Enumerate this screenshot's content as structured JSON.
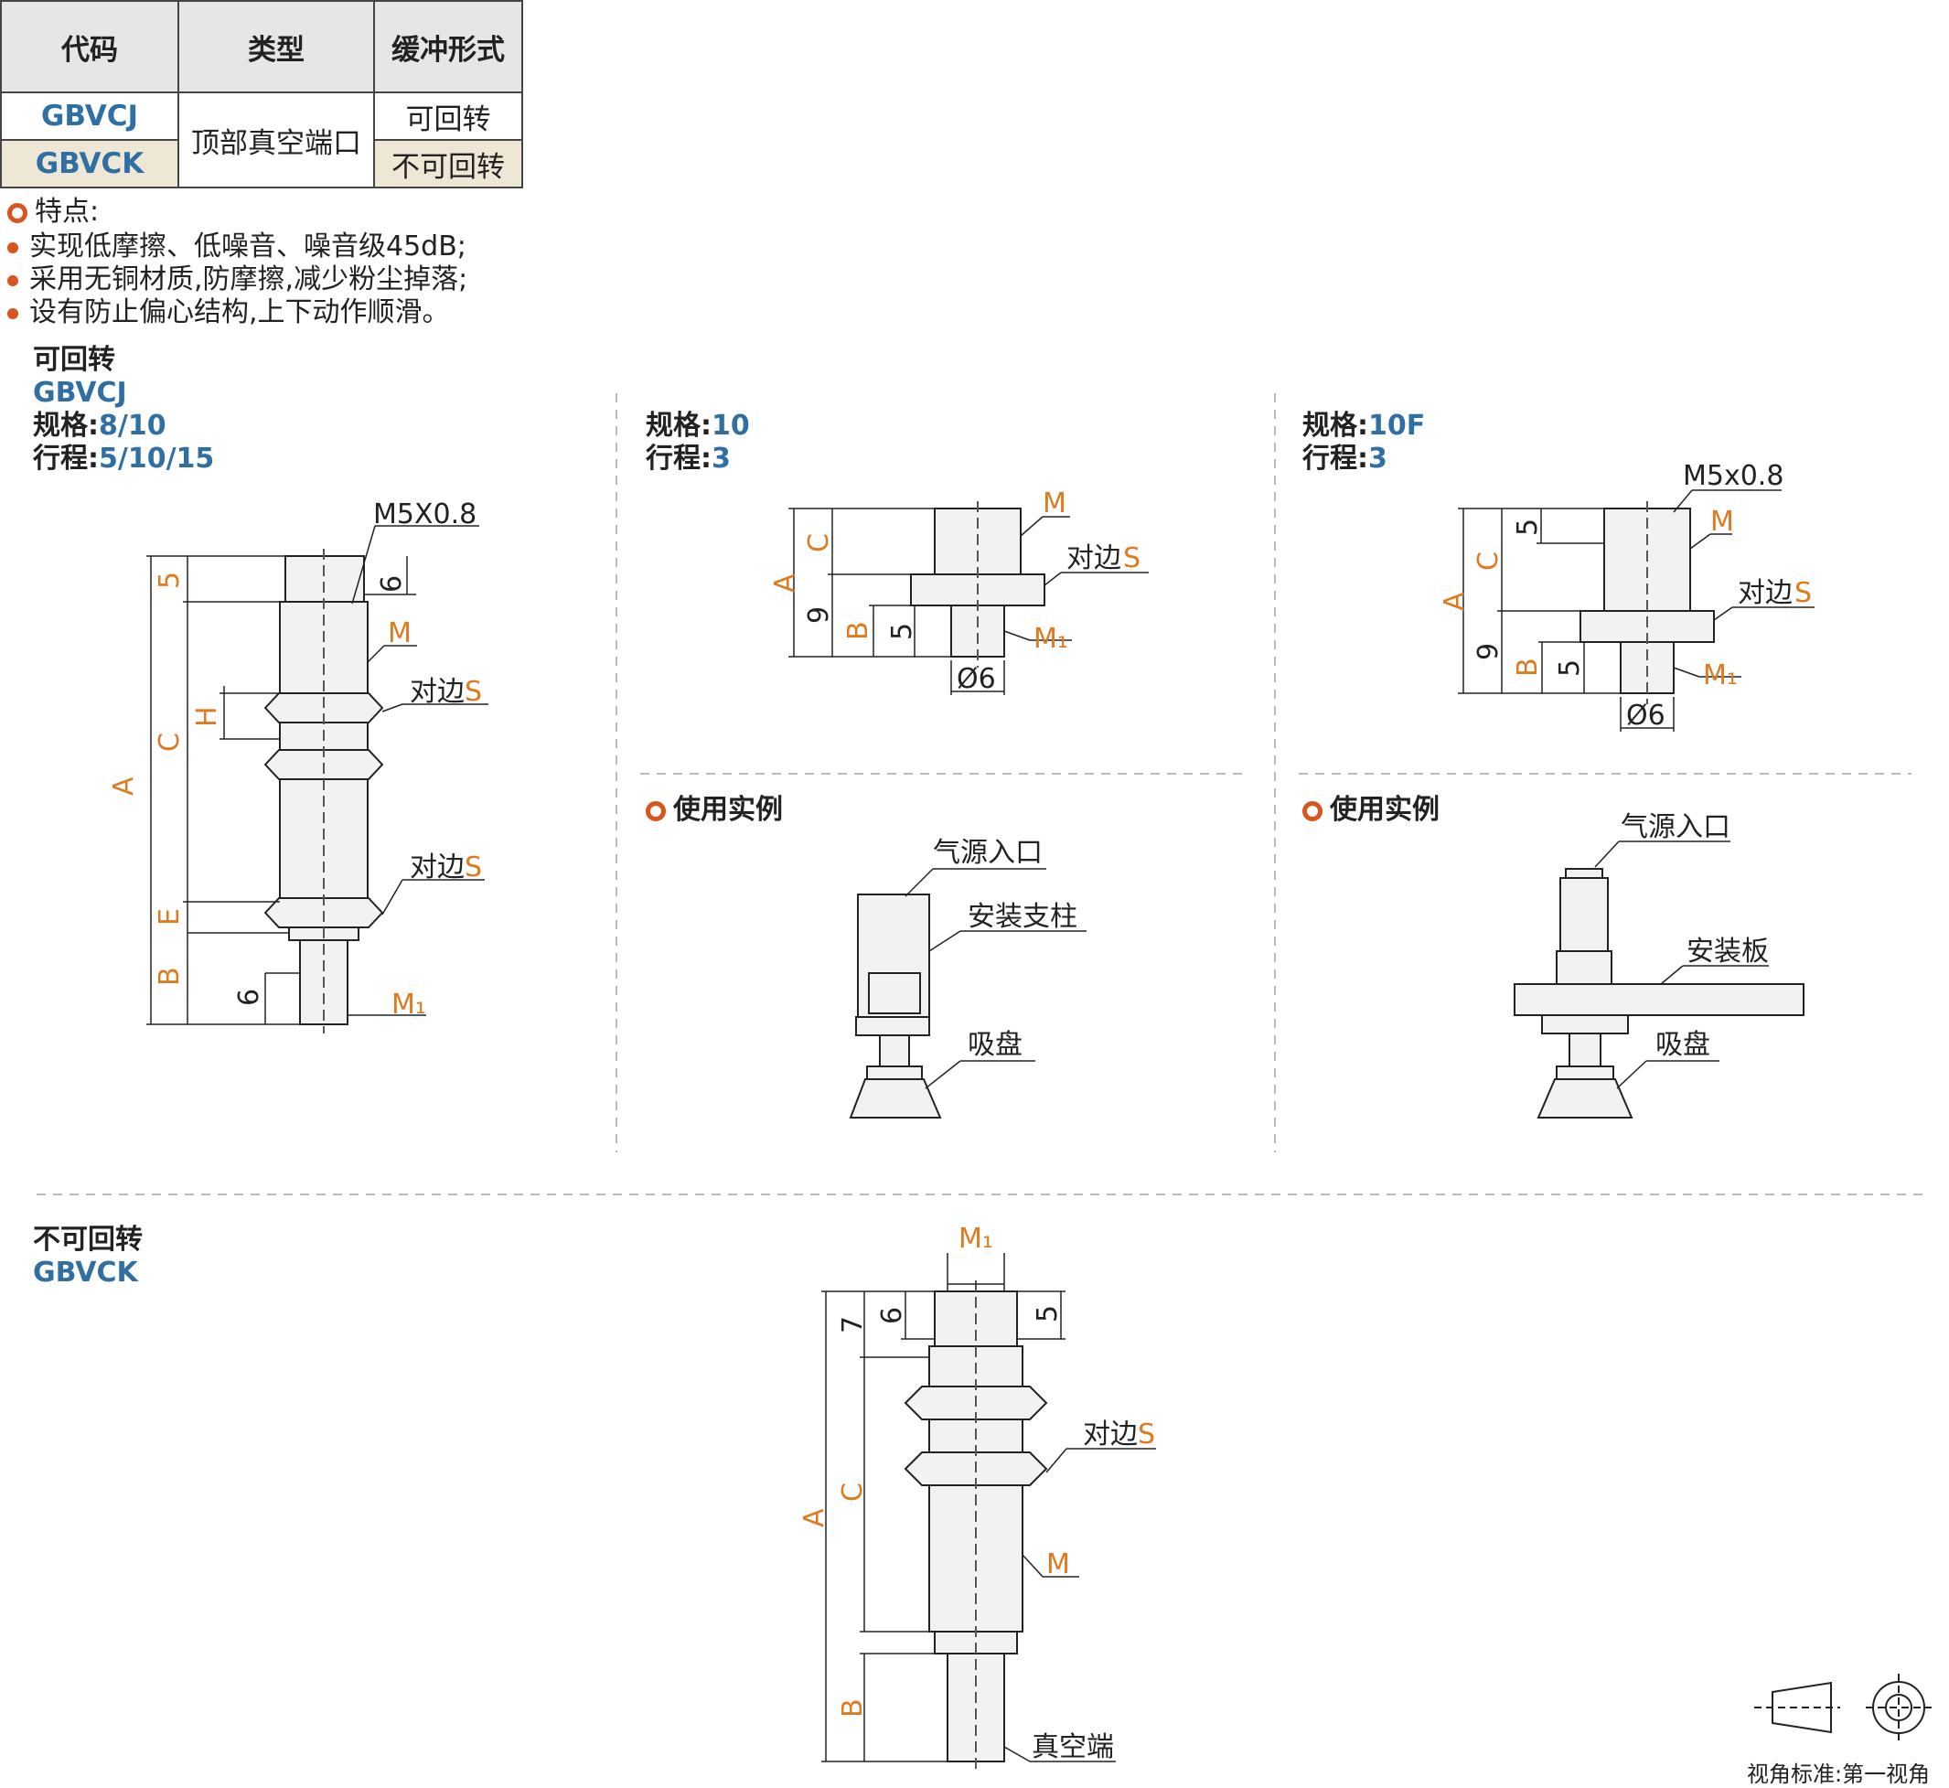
{
  "table": {
    "headers": [
      "代码",
      "类型",
      "缓冲形式"
    ],
    "rows": [
      {
        "code": "GBVCJ",
        "type": "顶部真空端口",
        "buffer": "可回转"
      },
      {
        "code": "GBVCK",
        "type": "顶部真空端口",
        "buffer": "不可回转"
      }
    ]
  },
  "features": {
    "title": "特点:",
    "items": [
      "实现低摩擦、低噪音、噪音级45dB;",
      "采用无铜材质,防摩擦,减少粉尘掉落;",
      "设有防止偏心结构,上下动作顺滑。"
    ]
  },
  "left_panel": {
    "title": "可回转",
    "code": "GBVCJ",
    "spec_label": "规格:",
    "spec_value": "8/10",
    "stroke_label": "行程:",
    "stroke_value": "5/10/15",
    "dims": {
      "thread": "M5X0.8",
      "five": "5",
      "six_top": "6",
      "m": "M",
      "s1": "对边",
      "s_letter": "S",
      "h": "H",
      "c": "C",
      "a": "A",
      "e": "E",
      "b": "B",
      "six_bottom": "6",
      "m1": "M₁"
    }
  },
  "mid_panel": {
    "spec_label": "规格:",
    "spec_value": "10",
    "stroke_label": "行程:",
    "stroke_value": "3",
    "dims": {
      "m": "M",
      "c": "C",
      "a": "A",
      "s_label": "对边",
      "s_letter": "S",
      "nine": "9",
      "b": "B",
      "five": "5",
      "m1": "M₁",
      "dia": "Ø6"
    },
    "example_title": "使用实例",
    "example_labels": {
      "air": "气源入口",
      "post": "安装支柱",
      "cup": "吸盘"
    }
  },
  "right_panel": {
    "spec_label": "规格:",
    "spec_value": "10F",
    "stroke_label": "行程:",
    "stroke_value": "3",
    "dims": {
      "thread": "M5x0.8",
      "five": "5",
      "m": "M",
      "c": "C",
      "a": "A",
      "s_label": "对边",
      "s_letter": "S",
      "nine": "9",
      "b": "B",
      "five2": "5",
      "m1": "M₁",
      "dia": "Ø6"
    },
    "example_title": "使用实例",
    "example_labels": {
      "air": "气源入口",
      "plate": "安装板",
      "cup": "吸盘"
    }
  },
  "bottom_panel": {
    "title": "不可回转",
    "code": "GBVCK",
    "dims": {
      "m1": "M₁",
      "seven": "7",
      "six": "6",
      "five": "5",
      "s_label": "对边",
      "s_letter": "S",
      "c": "C",
      "a": "A",
      "m": "M",
      "b": "B",
      "vacuum": "真空端"
    }
  },
  "view_standard": "视角标准:第一视角",
  "colors": {
    "accent": "#e07a1f",
    "code_blue": "#2f6fa3",
    "bullet": "#d9541e"
  }
}
